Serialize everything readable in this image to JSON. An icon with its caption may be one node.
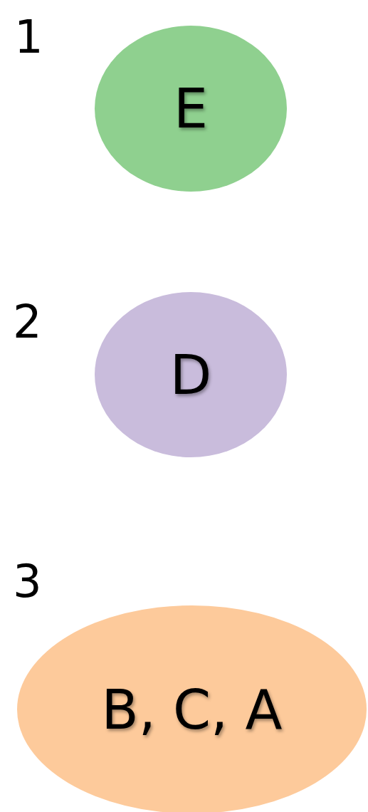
{
  "diagram": {
    "nodes": [
      {
        "text": [
          "E"
        ]
      },
      {
        "text": [
          "D"
        ]
      },
      {
        "text": [
          "B, C, A"
        ]
      }
    ],
    "labels": [
      "1",
      "2",
      "3"
    ]
  }
}
